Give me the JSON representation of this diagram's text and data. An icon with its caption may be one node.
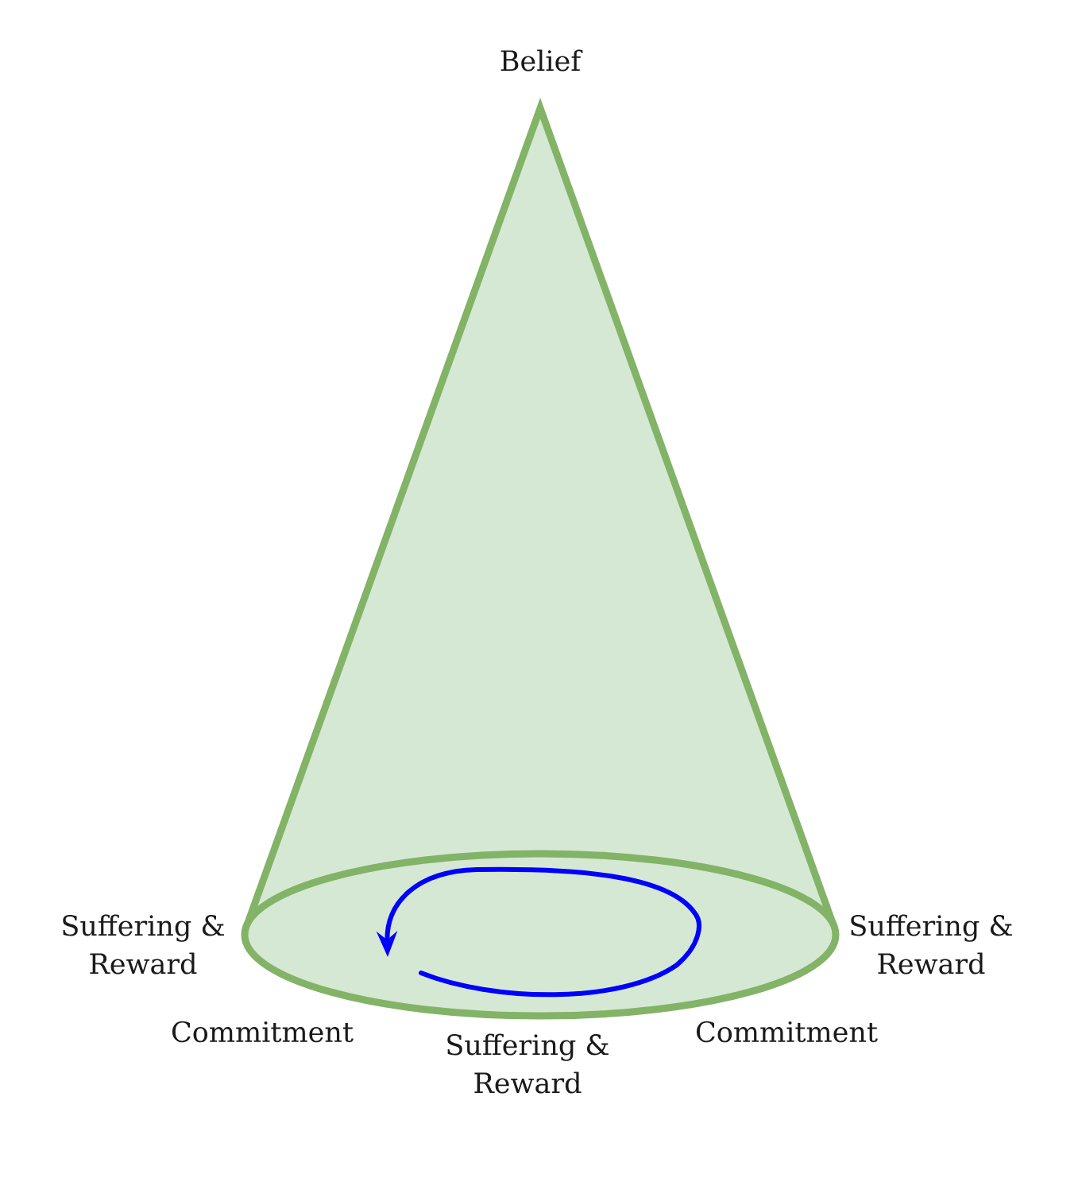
{
  "diagram": {
    "labels": [
      "Belief",
      "Suffering & Reward",
      "Suffering & Reward",
      "Commitment",
      "Suffering & Reward",
      "Commitment"
    ]
  }
}
